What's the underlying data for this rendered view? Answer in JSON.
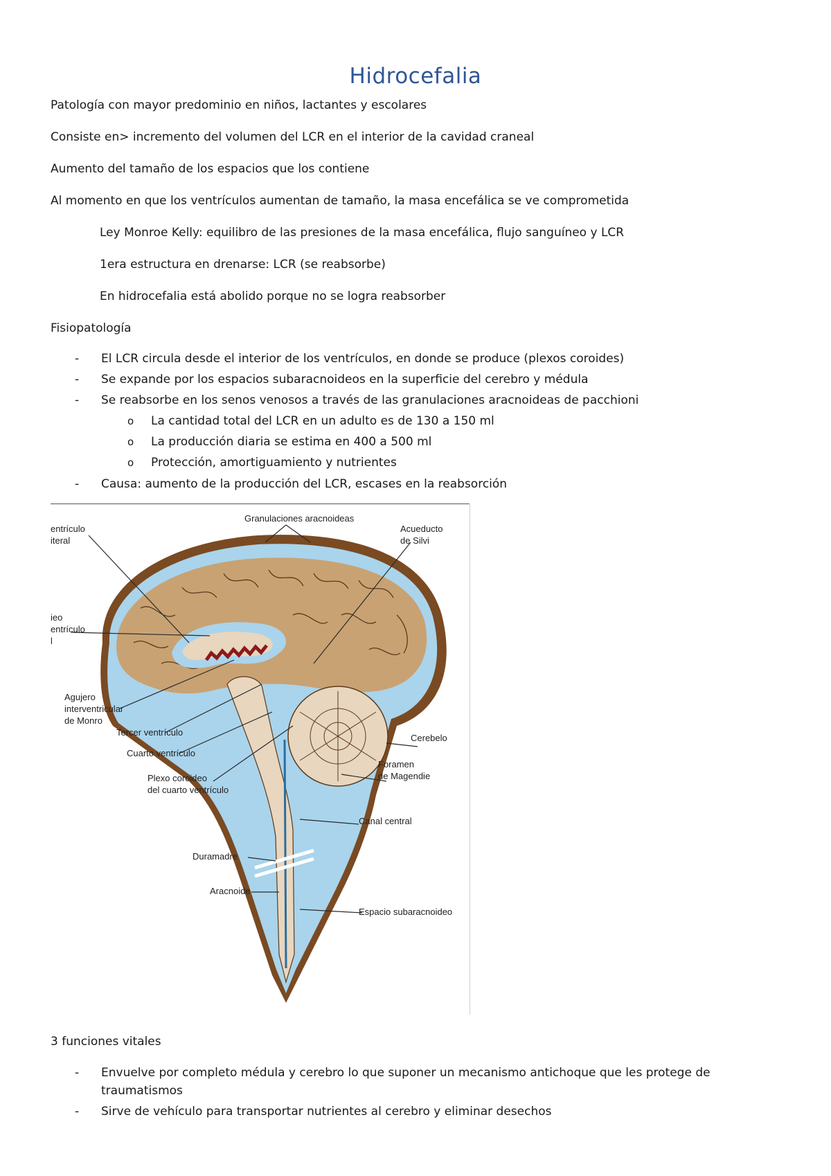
{
  "doc": {
    "title": "Hidrocefalia",
    "lines": {
      "l1": "Patología con mayor predominio en niños, lactantes y escolares",
      "l2": "Consiste en> incremento del volumen del LCR en el interior de la cavidad craneal",
      "l3": "Aumento del tamaño de los espacios que los contiene",
      "l4": "Al momento en que los ventrículos aumentan de tamaño, la masa encefálica se ve comprometida",
      "i1": "Ley Monroe Kelly: equilibro de las presiones de la masa encefálica, flujo sanguíneo y LCR",
      "i2": "1era estructura en drenarse: LCR (se reabsorbe)",
      "i3": "En hidrocefalia está abolido porque no se logra reabsorber",
      "fisio": "Fisiopatología"
    },
    "fisio_bullets": [
      "El LCR circula desde el interior de los ventrículos, en donde se produce (plexos coroides)",
      "Se expande por los espacios subaracnoideos en la superficie del cerebro y médula",
      "Se reabsorbe en los senos venosos a través de las granulaciones aracnoideas de pacchioni"
    ],
    "sub_bullets": [
      "La cantidad total del LCR en un adulto es de 130 a 150 ml",
      "La producción diaria se estima en 400 a 500 ml",
      "Protección, amortiguamiento y nutrientes"
    ],
    "causa": "Causa: aumento de la producción del LCR, escases en la reabsorción",
    "funciones_title": "3 funciones vitales",
    "funciones": [
      "Envuelve por completo médula y cerebro lo que suponer un mecanismo antichoque que les protege de",
      "traumatismos",
      "Sirve de vehículo para transportar nutrientes al cerebro y eliminar desechos"
    ],
    "markers": {
      "dash": "-",
      "circle": "o"
    }
  },
  "figure": {
    "labels": {
      "granulaciones": "Granulaciones aracnoideas",
      "ventriculo_lateral_1": "entrículo",
      "ventriculo_lateral_2": "iteral",
      "acueducto_1": "Acueducto",
      "acueducto_2": "de Silvi",
      "techo_1": "ieo",
      "techo_2": "entrículo",
      "techo_3": "l",
      "agujero_1": "Agujero",
      "agujero_2": "interventricular",
      "agujero_3": "de Monro",
      "tercer": "Tercer ventrículo",
      "cuarto": "Cuarto ventrículo",
      "plexo_1": "Plexo coroideo",
      "plexo_2": "del cuarto ventrículo",
      "cerebelo": "Cerebelo",
      "foramen_1": "Foramen",
      "foramen_2": "de Magendie",
      "canal": "Canal central",
      "duramadre": "Duramadre",
      "aracnoide": "Aracnoide",
      "espacio": "Espacio subaracnoideo"
    },
    "colors": {
      "csf": "#a9d4ec",
      "dura": "#7a4a22",
      "brain": "#c9a273",
      "brain_light": "#e8d6bf",
      "plexus": "#8b1a1a",
      "outline": "#2a2a2a"
    }
  }
}
